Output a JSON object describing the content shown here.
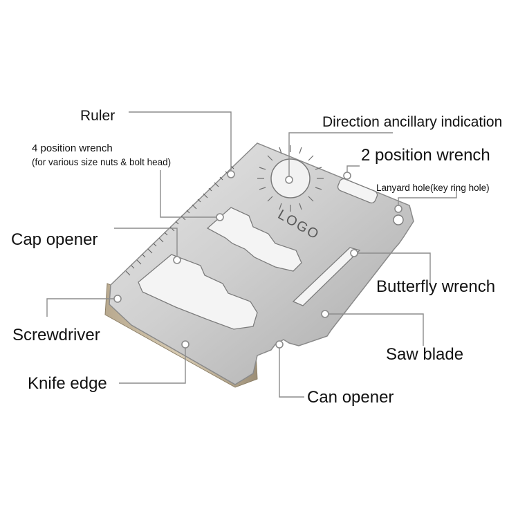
{
  "logo": {
    "text": "LOGO"
  },
  "labels": {
    "ruler": "Ruler",
    "four_position_wrench": "4 position wrench",
    "four_position_wrench_note": "(for various size nuts & bolt head)",
    "direction_ancillary_indication": "Direction ancillary indication",
    "two_position_wrench": "2 position wrench",
    "lanyard_hole": "Lanyard hole(key ring hole)",
    "cap_opener": "Cap opener",
    "butterfly_wrench": "Butterfly wrench",
    "screwdriver": "Screwdriver",
    "saw_blade": "Saw blade",
    "knife_edge": "Knife edge",
    "can_opener": "Can opener"
  },
  "colors": {
    "steel_light": "#d9d9d9",
    "steel_dark": "#9e9e9e",
    "leader_line": "#8c8c8c",
    "label_text": "#111111"
  }
}
